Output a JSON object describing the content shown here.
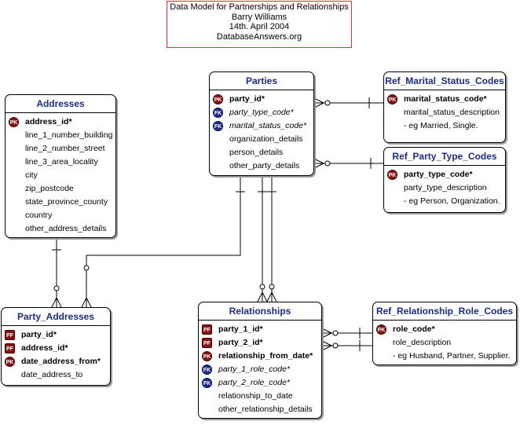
{
  "title_lines": [
    "Data Model for Partnerships and Relationships",
    "Barry Williams",
    "14th. April 2004",
    "DatabaseAnswers.org"
  ],
  "badges": {
    "pk": "PK",
    "fk": "FK",
    "pf": "PF"
  },
  "entities": {
    "addresses": {
      "title": "Addresses",
      "rows": [
        {
          "kind": "pk",
          "text": "address_id*"
        },
        {
          "kind": "plain",
          "text": "line_1_number_building"
        },
        {
          "kind": "plain",
          "text": "line_2_number_street"
        },
        {
          "kind": "plain",
          "text": "line_3_area_locality"
        },
        {
          "kind": "plain",
          "text": "city"
        },
        {
          "kind": "plain",
          "text": "zip_postcode"
        },
        {
          "kind": "plain",
          "text": "state_province_county"
        },
        {
          "kind": "plain",
          "text": "country"
        },
        {
          "kind": "plain",
          "text": "other_address_details"
        }
      ]
    },
    "parties": {
      "title": "Parties",
      "rows": [
        {
          "kind": "pk",
          "text": "party_id*"
        },
        {
          "kind": "fk",
          "text": "party_type_code*"
        },
        {
          "kind": "fk",
          "text": "marital_status_code*"
        },
        {
          "kind": "plain",
          "text": "organization_details"
        },
        {
          "kind": "plain",
          "text": "person_details"
        },
        {
          "kind": "plain",
          "text": "other_party_details"
        }
      ]
    },
    "ref_marital_status_codes": {
      "title": "Ref_Marital_Status_Codes",
      "rows": [
        {
          "kind": "pk",
          "text": "marital_status_code*"
        },
        {
          "kind": "plain",
          "text": "marital_status_description"
        },
        {
          "kind": "plain",
          "text": "- eg Married, Single."
        }
      ]
    },
    "ref_party_type_codes": {
      "title": "Ref_Party_Type_Codes",
      "rows": [
        {
          "kind": "pk",
          "text": "party_type_code*"
        },
        {
          "kind": "plain",
          "text": "party_type_description"
        },
        {
          "kind": "plain",
          "text": "- eg Person, Organization."
        }
      ]
    },
    "party_addresses": {
      "title": "Party_Addresses",
      "rows": [
        {
          "kind": "pf",
          "text": "party_id*"
        },
        {
          "kind": "pf",
          "text": "address_id*"
        },
        {
          "kind": "pk",
          "text": "date_address_from*"
        },
        {
          "kind": "plain",
          "text": "date_address_to"
        }
      ]
    },
    "relationships": {
      "title": "Relationships",
      "rows": [
        {
          "kind": "pf",
          "text": "party_1_id*"
        },
        {
          "kind": "pf",
          "text": "party_2_id*"
        },
        {
          "kind": "pk",
          "text": "relationship_from_date*"
        },
        {
          "kind": "fk",
          "text": "party_1_role_code*"
        },
        {
          "kind": "fk",
          "text": "party_2_role_code*"
        },
        {
          "kind": "plain",
          "text": "relationship_to_date"
        },
        {
          "kind": "plain",
          "text": "other_relationship_details"
        }
      ]
    },
    "ref_relationship_role_codes": {
      "title": "Ref_Relationship_Role_Codes",
      "rows": [
        {
          "kind": "pk",
          "text": "role_code*"
        },
        {
          "kind": "plain",
          "text": "role_description"
        },
        {
          "kind": "plain",
          "text": "- eg Husband, Partner, Supplier."
        }
      ]
    }
  }
}
